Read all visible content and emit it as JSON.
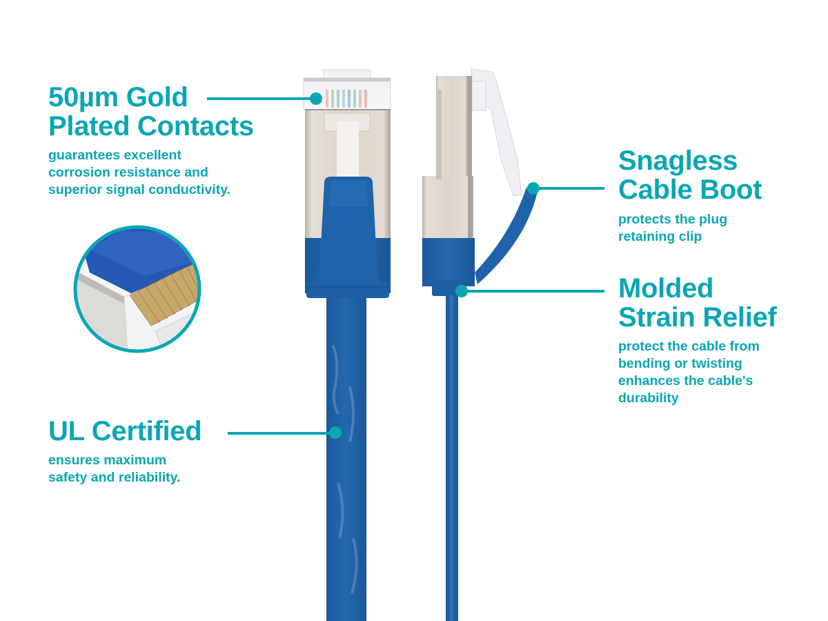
{
  "colors": {
    "accent": "#0aa6b4",
    "cable_blue": "#1f63a8",
    "shield_beige": "#d9d2c8",
    "background": "#ffffff"
  },
  "callouts": {
    "gold_contacts": {
      "title_line1": "50µm Gold",
      "title_line2": "Plated Contacts",
      "desc_line1": "guarantees excellent",
      "desc_line2": "corrosion resistance and",
      "desc_line3": "superior signal conductivity."
    },
    "cable_boot": {
      "title_line1": "Snagless",
      "title_line2": "Cable Boot",
      "desc_line1": "protects the plug",
      "desc_line2": "retaining clip"
    },
    "strain_relief": {
      "title_line1": "Molded",
      "title_line2": "Strain Relief",
      "desc_line1": "protect the cable from",
      "desc_line2": "bending or twisting",
      "desc_line3": "enhances the cable's",
      "desc_line4": "durability"
    },
    "ul_certified": {
      "title_line1": "UL Certified",
      "desc_line1": "ensures maximum",
      "desc_line2": "safety and reliability."
    }
  },
  "images": {
    "front_connector": "rj45-front-view",
    "side_connector": "rj45-side-view",
    "contacts_closeup": "gold-contacts-closeup"
  }
}
